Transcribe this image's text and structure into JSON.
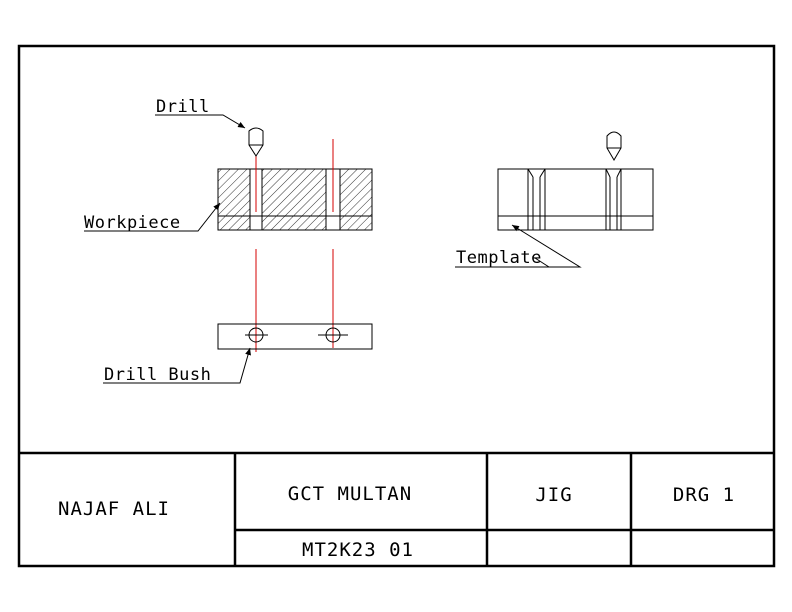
{
  "drawing": {
    "labels": {
      "drill": "Drill",
      "workpiece": "Workpiece",
      "template": "Template",
      "drill_bush": "Drill Bush"
    }
  },
  "title_block": {
    "name": "NAJAF ALI",
    "institution": "GCT MULTAN",
    "roll": "MT2K23 01",
    "title": "JIG",
    "drawing_no": "DRG 1"
  },
  "colors": {
    "line": "#000000",
    "center_line": "#d40000"
  }
}
